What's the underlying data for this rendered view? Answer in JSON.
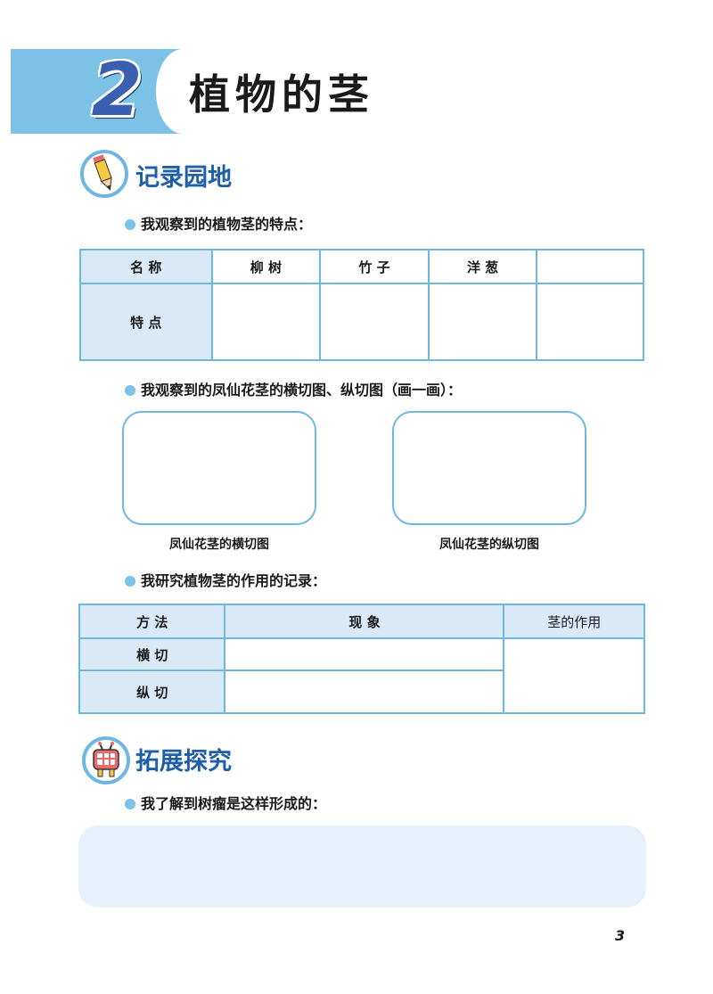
{
  "header": {
    "chapter_number": "2",
    "title": "植物的茎"
  },
  "sections": {
    "record": {
      "title": "记录园地"
    },
    "extend": {
      "title": "拓展探究"
    }
  },
  "prompts": {
    "p1": "我观察到的植物茎的特点：",
    "p2": "我观察到的凤仙花茎的横切图、纵切图（画一画）：",
    "p3": "我研究植物茎的作用的记录：",
    "p4": "我了解到树瘤是这样形成的："
  },
  "table1": {
    "row_labels": [
      "名 称",
      "特 点"
    ],
    "columns": [
      "柳 树",
      "竹 子",
      "洋 葱",
      ""
    ]
  },
  "drawings": {
    "cross_caption": "凤仙花茎的横切图",
    "long_caption": "凤仙花茎的纵切图"
  },
  "table2": {
    "headers": [
      "方 法",
      "现 象",
      "茎的作用"
    ],
    "rows": [
      "横 切",
      "纵 切"
    ]
  },
  "page_number": "3",
  "colors": {
    "accent": "#7cc1e6",
    "border": "#6fb6e0",
    "title_blue": "#1f5ea8",
    "header_fill": "#d9e9f7"
  }
}
